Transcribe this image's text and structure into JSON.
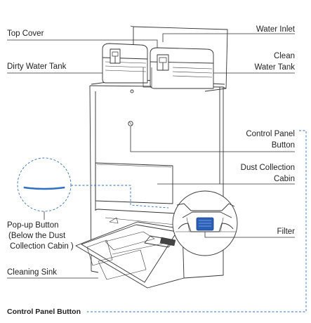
{
  "labels": {
    "top_cover": "Top Cover",
    "water_inlet": "Water Inlet",
    "dirty_water_tank": "Dirty Water Tank",
    "clean_water_tank_line1": "Clean",
    "clean_water_tank_line2": "Water Tank",
    "control_panel_button_line1": "Control Panel",
    "control_panel_button_line2": "Button",
    "dust_collection_cabin_line1": "Dust Collection",
    "dust_collection_cabin_line2": "Cabin",
    "pop_up_button_line1": "Pop-up Button",
    "pop_up_button_line2": "(Below the Dust",
    "pop_up_button_line3": "Collection Cabin )",
    "filter": "Filter",
    "cleaning_sink": "Cleaning Sink",
    "footer_control_panel_button": "Control Panel Button"
  },
  "colors": {
    "line": "#333333",
    "callout_blue": "#2f6fc0",
    "filter_blue": "#2a5fb8"
  }
}
